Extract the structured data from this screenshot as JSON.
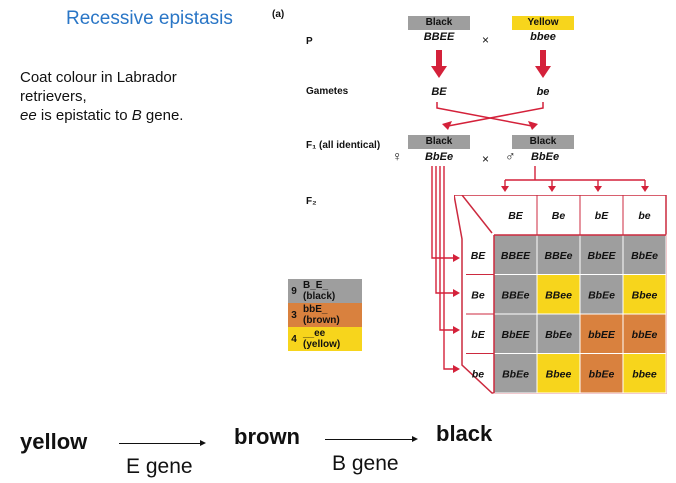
{
  "title": "Recessive epistasis",
  "panel_label": "(a)",
  "description": {
    "line1": "Coat colour in Labrador",
    "line2": "retrievers,",
    "line3_italic": "ee",
    "line3_rest": " is epistatic to ",
    "line3_gene": "B",
    "line3_end": " gene."
  },
  "rows": {
    "p": "P",
    "gametes": "Gametes",
    "f1": "F₁ (all identical)",
    "f2": "F₂"
  },
  "parents": {
    "left": {
      "phenotype": "Black",
      "genotype": "BBEE",
      "gamete": "BE"
    },
    "right": {
      "phenotype": "Yellow",
      "genotype": "bbee",
      "gamete": "be"
    },
    "cross": "×"
  },
  "f1": {
    "left": {
      "phenotype": "Black",
      "sex": "♀",
      "genotype": "BbEe"
    },
    "right": {
      "phenotype": "Black",
      "sex": "♂",
      "genotype": "BbEe"
    },
    "cross": "×"
  },
  "punnett": {
    "col_headers": [
      "BE",
      "Be",
      "bE",
      "be"
    ],
    "row_headers": [
      "BE",
      "Be",
      "bE",
      "be"
    ],
    "cells": [
      [
        {
          "g": "BBEE",
          "p": "black"
        },
        {
          "g": "BBEe",
          "p": "black"
        },
        {
          "g": "BbEE",
          "p": "black"
        },
        {
          "g": "BbEe",
          "p": "black"
        }
      ],
      [
        {
          "g": "BBEe",
          "p": "black"
        },
        {
          "g": "BBee",
          "p": "yellow"
        },
        {
          "g": "BbEe",
          "p": "black"
        },
        {
          "g": "Bbee",
          "p": "yellow"
        }
      ],
      [
        {
          "g": "BbEE",
          "p": "black"
        },
        {
          "g": "BbEe",
          "p": "black"
        },
        {
          "g": "bbEE",
          "p": "brown"
        },
        {
          "g": "bbEe",
          "p": "brown"
        }
      ],
      [
        {
          "g": "BbEe",
          "p": "black"
        },
        {
          "g": "Bbee",
          "p": "yellow"
        },
        {
          "g": "bbEe",
          "p": "brown"
        },
        {
          "g": "bbee",
          "p": "yellow"
        }
      ]
    ]
  },
  "key": [
    {
      "count": "9",
      "label": "B_E_ (black)",
      "phenotype": "black"
    },
    {
      "count": "3",
      "label": "bbE_ (brown)",
      "phenotype": "brown"
    },
    {
      "count": "4",
      "label": "__ee (yellow)",
      "phenotype": "yellow"
    }
  ],
  "pathway": {
    "step1": "yellow",
    "step2": "brown",
    "step3": "black",
    "gene1": "E gene",
    "gene2": "B gene"
  },
  "colors": {
    "title": "#2a76c6",
    "black": "#9e9e9e",
    "brown": "#d9813e",
    "yellow": "#f7d51c",
    "yellow_box": "#f7d51c",
    "arrow_red": "#d4213a",
    "grid_border": "#cc2a3f"
  }
}
